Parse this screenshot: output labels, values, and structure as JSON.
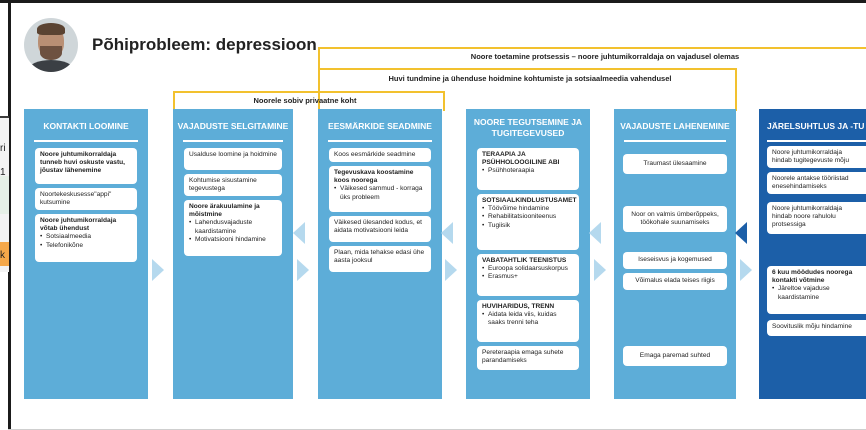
{
  "title": "Põhiprobleem: depressioon",
  "brackets": [
    {
      "label": "Noorele sobiv privaatne koht"
    },
    {
      "label": "Huvi tundmine ja ühenduse hoidmine kohtumiste ja sotsiaalmeedia vahendusel"
    },
    {
      "label": "Noore toetamine protsessis – noore juhtumikorraldaja on vajadusel olemas"
    }
  ],
  "behind_text": [
    "ri",
    "1",
    "k"
  ],
  "columns": [
    {
      "head": "KONTAKTI LOOMINE"
    },
    {
      "head": "VAJADUSTE SELGITAMINE"
    },
    {
      "head": "EESMÄRKIDE SEADMINE"
    },
    {
      "head": "NOORE TEGUTSEMINE JA TUGITEGEVUSED"
    },
    {
      "head": "VAJADUSTE LAHENEMINE"
    },
    {
      "head": "JÄRELSUHTLUS JA -TU"
    }
  ],
  "cards": {
    "c1a": "Noore juhtumikorraldaja tunneb huvi oskuste vastu, jõustav lähenemine",
    "c1b": "Noortekeskusesse\"appi\" kutsumine",
    "c1c_title": "Noore juhtumikorraldaja võtab ühendust",
    "c1c_items": [
      "Sotsiaalmeedia",
      "Telefonikõne"
    ],
    "c2a": "Usalduse loomine ja hoidmine",
    "c2b": "Kohtumise sisustamine tegevustega",
    "c2c_title": "Noore ärakuulamine ja mõistmine",
    "c2c_items": [
      "Lahendusvajaduste kaardistamine",
      "Motivatsiooni hindamine"
    ],
    "c3a": "Koos eesmärkide seadmine",
    "c3b_title": "Tegevuskava koostamine koos noorega",
    "c3b_items": [
      "Väikesed sammud - korraga üks probleem"
    ],
    "c3c": "Väikesed ülesanded kodus, et aidata motivatsiooni leida",
    "c3d": "Plaan, mida tehakse edasi ühe aasta jooksul",
    "c4a_title": "TERAAPIA JA PSÜHHOLOOGILINE ABI",
    "c4a_items": [
      "Psühhoteraapia"
    ],
    "c4b_title": "SOTSIAALKINDLUSTUSAMET",
    "c4b_items": [
      "Töövõime hindamine",
      "Rehabilitatsiooniteenus",
      "Tugiisik"
    ],
    "c4c_title": "VABATAHTLIK TEENISTUS",
    "c4c_items": [
      "Euroopa solidaarsuskorpus",
      "Erasmus+"
    ],
    "c4d_title": "HUVIHARIDUS, TRENN",
    "c4d_items": [
      "Aidata leida viis, kuidas saaks trenni teha"
    ],
    "c4e": "Pereteraapia emaga suhete parandamiseks",
    "c5a": "Traumast ülesaamine",
    "c5b": "Noor on valmis ümberõppeks, töökohale suunamiseks",
    "c5c": "Iseseisvus ja kogemused",
    "c5d": "Võimalus elada teises riigis",
    "c5e": "Emaga paremad suhted",
    "c6a": "Noore juhtumikorraldaja hindab tugitegevuste mõju",
    "c6b": "Noorele antakse tööriistad enesehindamiseks",
    "c6c": "Noore juhtumikorraldaja hindab noore rahulolu protsessiga",
    "c6d_title": "6 kuu möödudes noorega kontakti võtmine",
    "c6d_items": [
      "Järeltoe vajaduse kaardistamine"
    ],
    "c6e": "Soovituslik mõju hindamine"
  },
  "colors": {
    "column": "#5dadd8",
    "column_dark": "#1c5fa8",
    "bracket": "#f2c12e",
    "arrow": "#b5d9ee"
  }
}
